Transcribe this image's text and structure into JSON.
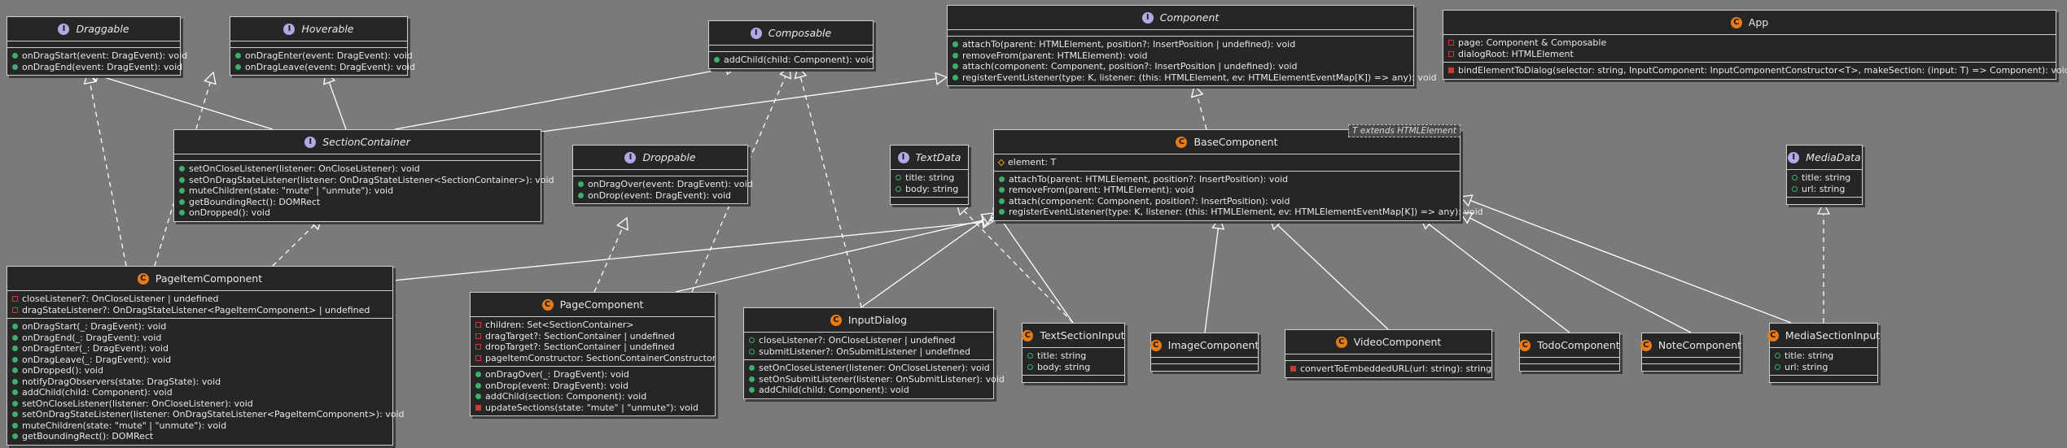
{
  "classes": {
    "Draggable": {
      "name": "Draggable",
      "kind": "interface",
      "fields": [],
      "methods": [
        {
          "v": "+",
          "t": "onDragStart(event: DragEvent): void"
        },
        {
          "v": "+",
          "t": "onDragEnd(event: DragEvent): void"
        }
      ]
    },
    "Hoverable": {
      "name": "Hoverable",
      "kind": "interface",
      "fields": [],
      "methods": [
        {
          "v": "+",
          "t": "onDragEnter(event: DragEvent): void"
        },
        {
          "v": "+",
          "t": "onDragLeave(event: DragEvent): void"
        }
      ]
    },
    "Composable": {
      "name": "Composable",
      "kind": "interface",
      "fields": [],
      "methods": [
        {
          "v": "+",
          "t": "addChild(child: Component): void"
        }
      ]
    },
    "Component": {
      "name": "Component",
      "kind": "interface",
      "fields": [],
      "methods": [
        {
          "v": "+",
          "t": "attachTo(parent: HTMLElement, position?: InsertPosition | undefined): void"
        },
        {
          "v": "+",
          "t": "removeFrom(parent: HTMLElement): void"
        },
        {
          "v": "+",
          "t": "attach(component: Component, position?: InsertPosition | undefined): void"
        },
        {
          "v": "+",
          "t": "registerEventListener(type: K, listener: (this: HTMLElement, ev: HTMLElementEventMap[K]) => any): void"
        }
      ]
    },
    "App": {
      "name": "App",
      "kind": "class",
      "fields": [
        {
          "v": "-",
          "t": "page: Component & Composable"
        },
        {
          "v": "-",
          "t": "dialogRoot: HTMLElement"
        }
      ],
      "methods": [
        {
          "v": "-",
          "t": "bindElementToDialog(selector: string, InputComponent: InputComponentConstructor<T>, makeSection: (input: T) => Component): void"
        }
      ]
    },
    "SectionContainer": {
      "name": "SectionContainer",
      "kind": "interface",
      "fields": [],
      "methods": [
        {
          "v": "+",
          "t": "setOnCloseListener(listener: OnCloseListener): void"
        },
        {
          "v": "+",
          "t": "setOnDragStateListener(listener: OnDragStateListener<SectionContainer>): void"
        },
        {
          "v": "+",
          "t": "muteChildren(state: \"mute\" | \"unmute\"): void"
        },
        {
          "v": "+",
          "t": "getBoundingRect(): DOMRect"
        },
        {
          "v": "+",
          "t": "onDropped(): void"
        }
      ]
    },
    "Droppable": {
      "name": "Droppable",
      "kind": "interface",
      "fields": [],
      "methods": [
        {
          "v": "+",
          "t": "onDragOver(event: DragEvent): void"
        },
        {
          "v": "+",
          "t": "onDrop(event: DragEvent): void"
        }
      ]
    },
    "TextData": {
      "name": "TextData",
      "kind": "interface",
      "fields": [
        {
          "v": "o",
          "t": "title: string"
        },
        {
          "v": "o",
          "t": "body: string"
        }
      ],
      "methods": []
    },
    "BaseComponent": {
      "name": "BaseComponent",
      "kind": "class",
      "tparam": "T extends HTMLElement",
      "fields": [
        {
          "v": "#",
          "t": "element: T"
        }
      ],
      "methods": [
        {
          "v": "+",
          "t": "attachTo(parent: HTMLElement, position?: InsertPosition): void"
        },
        {
          "v": "+",
          "t": "removeFrom(parent: HTMLElement): void"
        },
        {
          "v": "+",
          "t": "attach(component: Component, position?: InsertPosition): void"
        },
        {
          "v": "+",
          "t": "registerEventListener(type: K, listener: (this: HTMLElement, ev: HTMLElementEventMap[K]) => any): void"
        }
      ]
    },
    "MediaData": {
      "name": "MediaData",
      "kind": "interface",
      "fields": [
        {
          "v": "o",
          "t": "title: string"
        },
        {
          "v": "o",
          "t": "url: string"
        }
      ],
      "methods": []
    },
    "PageItemComponent": {
      "name": "PageItemComponent",
      "kind": "class",
      "fields": [
        {
          "v": "-",
          "t": "closeListener?: OnCloseListener | undefined"
        },
        {
          "v": "-",
          "t": "dragStateListener?: OnDragStateListener<PageItemComponent> | undefined"
        }
      ],
      "methods": [
        {
          "v": "+",
          "t": "onDragStart(_: DragEvent): void"
        },
        {
          "v": "+",
          "t": "onDragEnd(_: DragEvent): void"
        },
        {
          "v": "+",
          "t": "onDragEnter(_: DragEvent): void"
        },
        {
          "v": "+",
          "t": "onDragLeave(_: DragEvent): void"
        },
        {
          "v": "+",
          "t": "onDropped(): void"
        },
        {
          "v": "+",
          "t": "notifyDragObservers(state: DragState): void"
        },
        {
          "v": "+",
          "t": "addChild(child: Component): void"
        },
        {
          "v": "+",
          "t": "setOnCloseListener(listener: OnCloseListener): void"
        },
        {
          "v": "+",
          "t": "setOnDragStateListener(listener: OnDragStateListener<PageItemComponent>): void"
        },
        {
          "v": "+",
          "t": "muteChildren(state: \"mute\" | \"unmute\"): void"
        },
        {
          "v": "+",
          "t": "getBoundingRect(): DOMRect"
        }
      ]
    },
    "PageComponent": {
      "name": "PageComponent",
      "kind": "class",
      "fields": [
        {
          "v": "-",
          "t": "children: Set<SectionContainer>"
        },
        {
          "v": "-",
          "t": "dragTarget?: SectionContainer | undefined"
        },
        {
          "v": "-",
          "t": "dropTarget?: SectionContainer | undefined"
        },
        {
          "v": "-",
          "t": "pageItemConstructor: SectionContainerConstructor"
        }
      ],
      "methods": [
        {
          "v": "+",
          "t": "onDragOver(_: DragEvent): void"
        },
        {
          "v": "+",
          "t": "onDrop(event: DragEvent): void"
        },
        {
          "v": "+",
          "t": "addChild(section: Component): void"
        },
        {
          "v": "-",
          "t": "updateSections(state: \"mute\" | \"unmute\"): void"
        }
      ]
    },
    "InputDialog": {
      "name": "InputDialog",
      "kind": "class",
      "fields": [
        {
          "v": "o",
          "t": "closeListener?: OnCloseListener | undefined"
        },
        {
          "v": "o",
          "t": "submitListener?: OnSubmitListener | undefined"
        }
      ],
      "methods": [
        {
          "v": "+",
          "t": "setOnCloseListener(listener: OnCloseListener): void"
        },
        {
          "v": "+",
          "t": "setOnSubmitListener(listener: OnSubmitListener): void"
        },
        {
          "v": "+",
          "t": "addChild(child: Component): void"
        }
      ]
    },
    "TextSectionInput": {
      "name": "TextSectionInput",
      "kind": "class",
      "fields": [
        {
          "v": "o",
          "t": "title: string"
        },
        {
          "v": "o",
          "t": "body: string"
        }
      ],
      "methods": []
    },
    "ImageComponent": {
      "name": "ImageComponent",
      "kind": "class",
      "fields": [],
      "methods": []
    },
    "VideoComponent": {
      "name": "VideoComponent",
      "kind": "class",
      "fields": [],
      "methods": [
        {
          "v": "-",
          "t": "convertToEmbeddedURL(url: string): string"
        }
      ]
    },
    "TodoComponent": {
      "name": "TodoComponent",
      "kind": "class",
      "fields": [],
      "methods": []
    },
    "NoteComponent": {
      "name": "NoteComponent",
      "kind": "class",
      "fields": [],
      "methods": []
    },
    "MediaSectionInput": {
      "name": "MediaSectionInput",
      "kind": "class",
      "fields": [
        {
          "v": "o",
          "t": "title: string"
        },
        {
          "v": "o",
          "t": "url: string"
        }
      ],
      "methods": []
    }
  },
  "relations": [
    {
      "from": "SectionContainer",
      "to": "Draggable",
      "type": "extends"
    },
    {
      "from": "SectionContainer",
      "to": "Hoverable",
      "type": "extends"
    },
    {
      "from": "SectionContainer",
      "to": "Composable",
      "type": "extends"
    },
    {
      "from": "SectionContainer",
      "to": "Component",
      "type": "extends"
    },
    {
      "from": "BaseComponent",
      "to": "Component",
      "type": "implements"
    },
    {
      "from": "PageItemComponent",
      "to": "Draggable",
      "type": "implements"
    },
    {
      "from": "PageItemComponent",
      "to": "Hoverable",
      "type": "implements"
    },
    {
      "from": "PageItemComponent",
      "to": "SectionContainer",
      "type": "implements"
    },
    {
      "from": "PageItemComponent",
      "to": "BaseComponent",
      "type": "extends"
    },
    {
      "from": "PageComponent",
      "to": "Droppable",
      "type": "implements"
    },
    {
      "from": "PageComponent",
      "to": "Composable",
      "type": "implements"
    },
    {
      "from": "PageComponent",
      "to": "BaseComponent",
      "type": "extends"
    },
    {
      "from": "InputDialog",
      "to": "Composable",
      "type": "implements"
    },
    {
      "from": "InputDialog",
      "to": "BaseComponent",
      "type": "extends"
    },
    {
      "from": "TextSectionInput",
      "to": "TextData",
      "type": "implements"
    },
    {
      "from": "TextSectionInput",
      "to": "BaseComponent",
      "type": "extends"
    },
    {
      "from": "ImageComponent",
      "to": "BaseComponent",
      "type": "extends"
    },
    {
      "from": "VideoComponent",
      "to": "BaseComponent",
      "type": "extends"
    },
    {
      "from": "TodoComponent",
      "to": "BaseComponent",
      "type": "extends"
    },
    {
      "from": "NoteComponent",
      "to": "BaseComponent",
      "type": "extends"
    },
    {
      "from": "MediaSectionInput",
      "to": "MediaData",
      "type": "implements"
    },
    {
      "from": "MediaSectionInput",
      "to": "BaseComponent",
      "type": "extends"
    }
  ]
}
